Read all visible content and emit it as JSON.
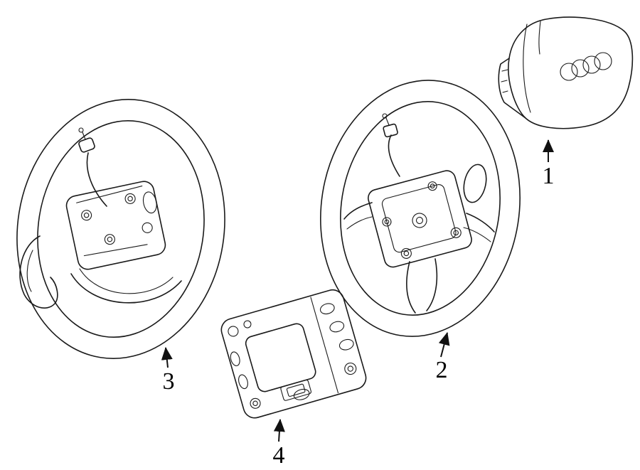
{
  "callouts": [
    {
      "label": "1"
    },
    {
      "label": "2"
    },
    {
      "label": "3"
    },
    {
      "label": "4"
    }
  ],
  "colors": {
    "background": "#ffffff",
    "line": "#1a1a1a",
    "label": "#000000"
  }
}
